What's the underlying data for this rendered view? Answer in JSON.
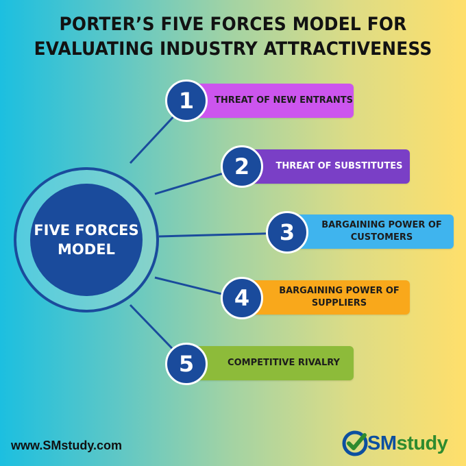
{
  "title": "PORTER’S FIVE FORCES MODEL FOR\nEVALUATING INDUSTRY ATTRACTIVENESS",
  "hub": {
    "label": "FIVE FORCES\nMODEL"
  },
  "forces": [
    {
      "number": "1",
      "label": "THREAT OF NEW ENTRANTS",
      "color": "#cc55ee"
    },
    {
      "number": "2",
      "label": "THREAT OF SUBSTITUTES",
      "color": "#7a3fc6"
    },
    {
      "number": "3",
      "label": "BARGAINING POWER OF\nCUSTOMERS",
      "color": "#3fb4ee"
    },
    {
      "number": "4",
      "label": "BARGAINING POWER OF\nSUPPLIERS",
      "color": "#f9a81b"
    },
    {
      "number": "5",
      "label": "COMPETITIVE RIVALRY",
      "color": "#8dbb3a"
    }
  ],
  "footer": {
    "url": "www.SMstudy.com",
    "logo_part1": "SM",
    "logo_part2": "study"
  },
  "colors": {
    "hub": "#1a4b9c",
    "connector": "#1a4b9c",
    "logo_blue": "#0c4fa0",
    "logo_green": "#2e8b2e"
  }
}
